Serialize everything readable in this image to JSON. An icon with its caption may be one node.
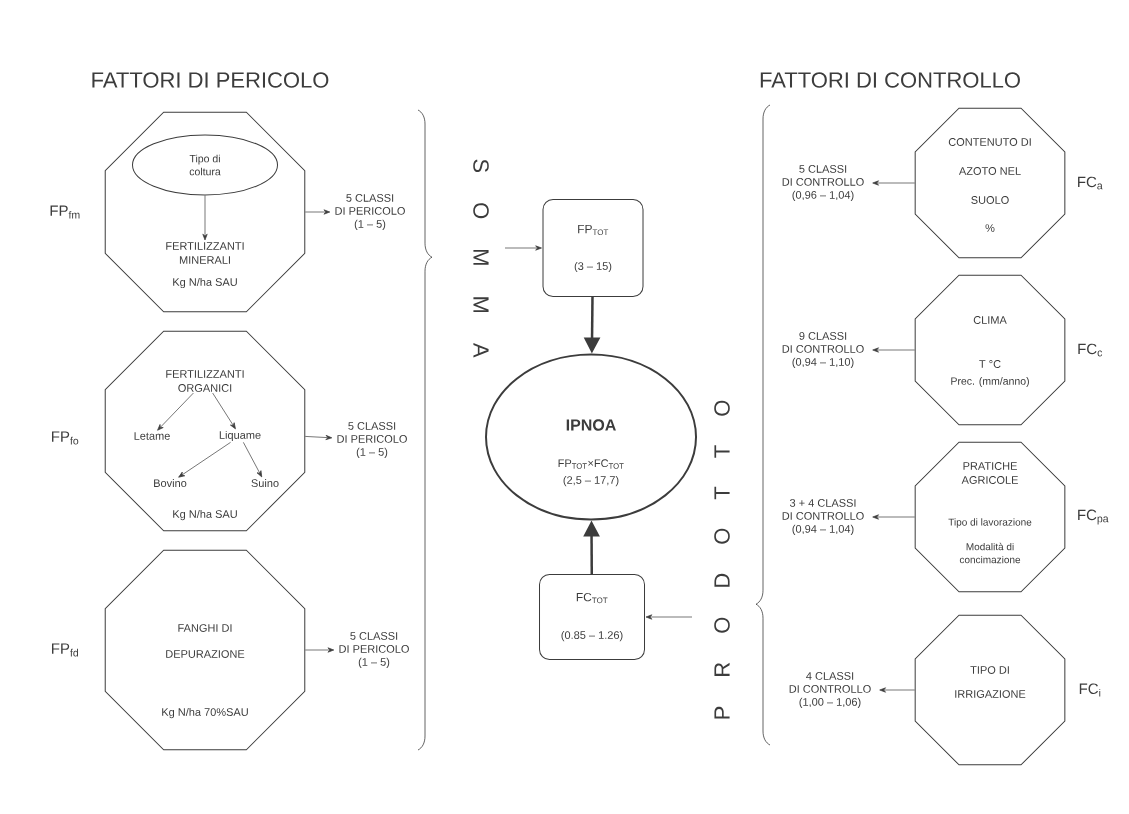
{
  "diagram": {
    "nodes": [
      {
        "text": [
          "Kg N/ha SAU"
        ],
        "beside": [
          "FP$_{fm}$"
        ]
      },
      {
        "text": [
          "Tipo di coltura"
        ],
        "in": 0
      },
      {
        "text": [
          "FERTILIZZANTI MINERALI"
        ],
        "in": 0
      },
      {
        "text": [
          "5 CLASSI DI PERICOLO (1 – 5)"
        ]
      },
      {
        "text": [
          "Kg N/ha SAU"
        ],
        "beside": [
          "FP$_{fo}$"
        ]
      },
      {
        "text": [
          "FERTILIZZANTI ORGANICI"
        ],
        "in": 4
      },
      {
        "text": [
          "Letame"
        ],
        "in": 4
      },
      {
        "text": [
          "Liquame"
        ],
        "in": 4
      },
      {
        "text": [
          "Bovino"
        ],
        "in": 4
      },
      {
        "text": [
          "Suino"
        ],
        "in": 4
      },
      {
        "text": [
          "5 CLASSI DI PERICOLO (1 – 5)"
        ]
      },
      {
        "text": [
          "FANGHI DI DEPURAZIONE",
          "Kg N/ha 70%SAU"
        ],
        "beside": [
          "FP$_{fd}$"
        ]
      },
      {
        "text": [
          "5 CLASSI DI PERICOLO (1 – 5)"
        ]
      },
      {
        "text": [
          "FP$_{TOT}$",
          "(3 – 15)"
        ]
      },
      {
        "text": [
          "IPNOA",
          "FP$_{TOT}$×FC$_{TOT}$",
          "(2,5 – 17,7)"
        ]
      },
      {
        "text": [
          "FC$_{TOT}$",
          "(0.85 – 1.26)"
        ]
      },
      {
        "text": [
          "5 CLASSI DI CONTROLLO (0,96 – 1,04)"
        ]
      },
      {
        "text": [
          "CONTENUTO DI AZOTO NEL SUOLO",
          "%"
        ],
        "beside": [
          "FC$_{a}$"
        ]
      },
      {
        "text": [
          "9 CLASSI DI CONTROLLO (0,94 – 1,10)"
        ]
      },
      {
        "text": [
          "CLIMA",
          "T °C",
          "Prec. (mm/anno)"
        ],
        "beside": [
          "FC$_{c}$"
        ]
      },
      {
        "text": [
          "3 + 4 CLASSI DI CONTROLLO (0,94 – 1,04)"
        ]
      },
      {
        "text": [
          "PRATICHE AGRICOLE",
          "Tipo di lavorazione",
          "Modalità di concimazione"
        ],
        "beside": [
          "FC$_{pa}$"
        ]
      },
      {
        "text": [
          "4 CLASSI DI CONTROLLO (1,00 – 1,06)"
        ]
      },
      {
        "text": [
          "TIPO DI IRRIGAZIONE"
        ],
        "beside": [
          "FC$_{i}$"
        ]
      }
    ],
    "edges": [
      {
        "from": 1,
        "to": 2,
        "arrow": "to"
      },
      {
        "from": 0,
        "to": 3,
        "arrow": "to"
      },
      {
        "from": 5,
        "to": 6,
        "arrow": "to"
      },
      {
        "from": 5,
        "to": 7,
        "arrow": "to"
      },
      {
        "from": 7,
        "to": 8,
        "arrow": "to"
      },
      {
        "from": 7,
        "to": 9,
        "arrow": "to"
      },
      {
        "from": 4,
        "to": 10,
        "arrow": "to"
      },
      {
        "from": 11,
        "to": 12,
        "arrow": "to"
      },
      {
        "from": null,
        "to": 13,
        "arrow": "to"
      },
      {
        "from": 13,
        "to": 14,
        "arrow": "to",
        "style": "thick"
      },
      {
        "from": 15,
        "to": 14,
        "arrow": "to",
        "style": "thick"
      },
      {
        "from": null,
        "to": 15,
        "arrow": "to"
      },
      {
        "from": 17,
        "to": 16,
        "arrow": "to"
      },
      {
        "from": 19,
        "to": 18,
        "arrow": "to"
      },
      {
        "from": 21,
        "to": 20,
        "arrow": "to"
      },
      {
        "from": 23,
        "to": 22,
        "arrow": "to"
      }
    ],
    "labels": [
      "FATTORI DI PERICOLO",
      "FATTORI DI CONTROLLO",
      "S O M M A",
      "P R O D O T T O"
    ]
  }
}
